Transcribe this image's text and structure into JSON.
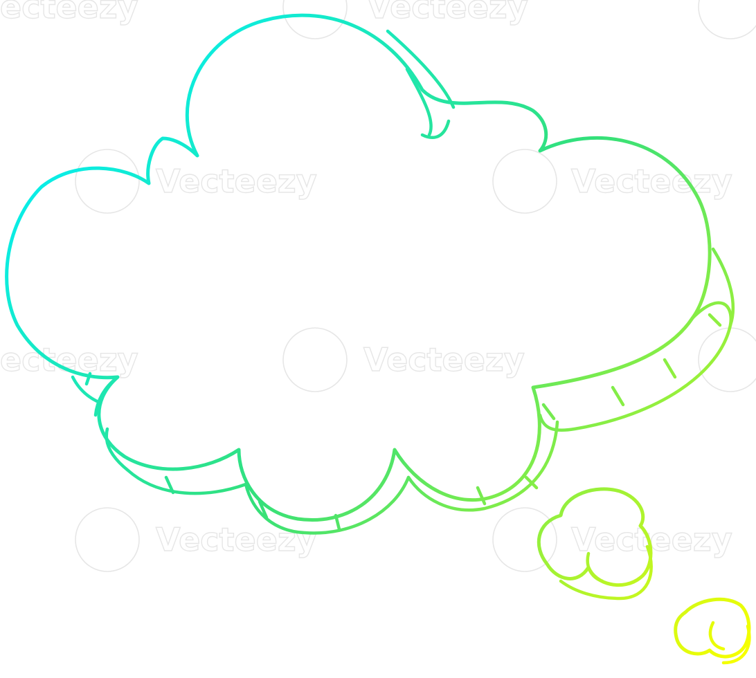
{
  "watermark": {
    "brand": "Vecteezy",
    "partial_left": "ecteezy",
    "partial_top": "Vecteezy"
  },
  "colors": {
    "gradient_start": "#00f0ff",
    "gradient_mid": "#33e07a",
    "gradient_end": "#f6ff00",
    "watermark": "#e6e6e6",
    "background": "#ffffff"
  },
  "illustration": {
    "subject": "thought-bubble-cloud",
    "style": "hand-drawn outline with cyan-to-yellow gradient stroke"
  }
}
